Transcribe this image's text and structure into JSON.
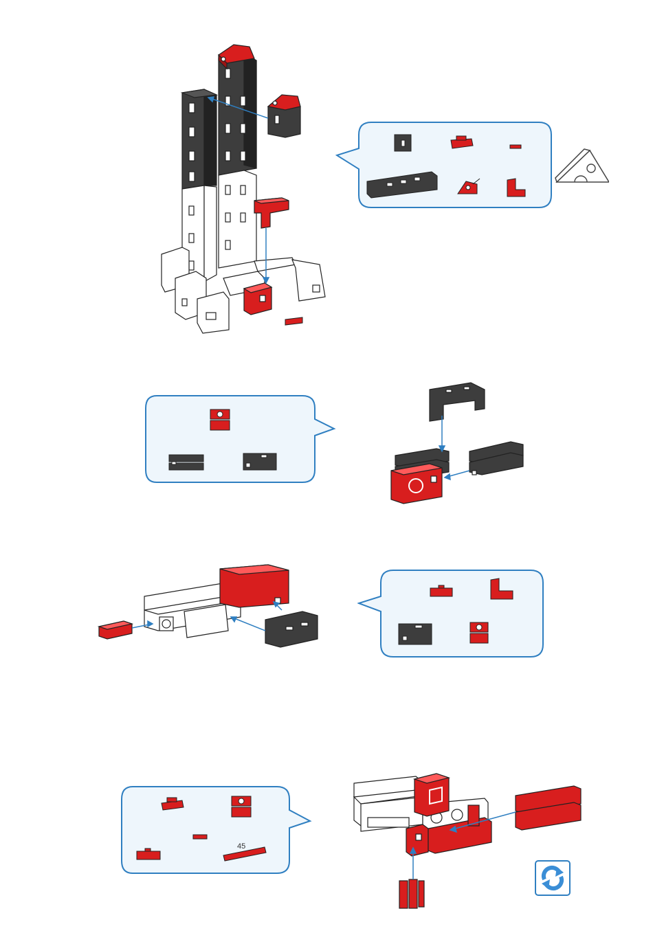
{
  "colors": {
    "red": "#d81e1e",
    "red_dark": "#9c1414",
    "black_part": "#3d3d3d",
    "black_dark": "#222222",
    "white_part": "#ffffff",
    "outline": "#222222",
    "callout_border": "#2f7fc1",
    "callout_fill": "#eef6fc",
    "arrow": "#2f7fc1"
  },
  "steps": [
    {
      "id": "step-1",
      "parts": [
        "black-building-block",
        "red-angle-connector",
        "red-small-connector",
        "black-u-frame",
        "red-roof-block",
        "red-l-bracket"
      ],
      "extra_icon": "cheese-wedge-icon"
    },
    {
      "id": "step-2",
      "parts": [
        "red-square-block",
        "black-clip-block",
        "black-frame-block"
      ]
    },
    {
      "id": "step-3",
      "parts": [
        "red-small-plate",
        "red-l-bracket",
        "black-frame-block",
        "red-square-block"
      ]
    },
    {
      "id": "step-4",
      "parts": [
        "red-angle-connector",
        "red-square-block",
        "red-small-connector",
        "red-small-plate",
        "red-long-rod"
      ],
      "rod_label": "45",
      "extra_icon": "rotate-icon"
    }
  ]
}
